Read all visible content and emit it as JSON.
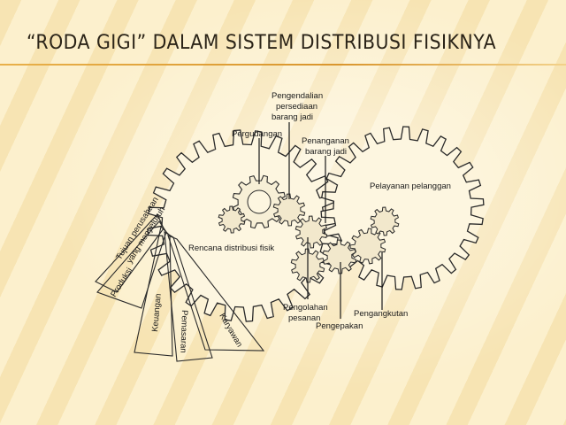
{
  "title": "“RODA GIGI” DALAM SISTEM DISTRIBUSI FISIKNYA",
  "labels": {
    "pengendalian": [
      "Pengendalian",
      "persediaan",
      "barang jadi"
    ],
    "pergudangan": "Pergudangan",
    "penanganan": [
      "Penanganan",
      "barang jadi"
    ],
    "pelayanan": "Pelayanan pelanggan",
    "rencana": "Rencana distribusi fisik",
    "tujuan": [
      "Tujuan perusahaan",
      "yang menyeluruh"
    ],
    "produksi": "Produksi",
    "keuangan": "Keuangan",
    "pemasaran": "Pemasaran",
    "karyawan": "Karyawan",
    "pengolahan": [
      "Pengolahan",
      "pesanan"
    ],
    "pengepakan": "Pengepakan",
    "pengangkutan": "Pengangkutan"
  },
  "colors": {
    "accent": "#d9962e",
    "ink": "#1a1a1a"
  }
}
